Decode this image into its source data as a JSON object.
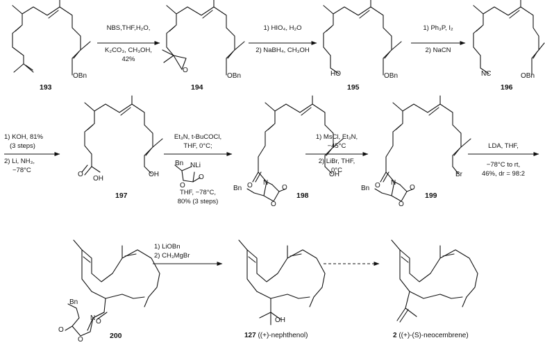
{
  "compounds": [
    {
      "id": "c193",
      "number": "193",
      "caption": ""
    },
    {
      "id": "c194",
      "number": "194",
      "caption": ""
    },
    {
      "id": "c195",
      "number": "195",
      "caption": ""
    },
    {
      "id": "c196",
      "number": "196",
      "caption": ""
    },
    {
      "id": "c197",
      "number": "197",
      "caption": ""
    },
    {
      "id": "c198",
      "number": "198",
      "caption": ""
    },
    {
      "id": "c199",
      "number": "199",
      "caption": ""
    },
    {
      "id": "c200",
      "number": "200",
      "caption": ""
    },
    {
      "id": "c127",
      "number": "127",
      "caption": "((+)-nephthenol)"
    },
    {
      "id": "c2",
      "number": "2",
      "caption": "((+)-(S)-neocembrene)"
    }
  ],
  "atom_labels": {
    "obn": "OBn",
    "oh": "OH",
    "ho": "HO",
    "nc": "NC",
    "o": "O",
    "n": "N",
    "br": "Br",
    "bn": "Bn",
    "nli": "NLi"
  },
  "arrows": [
    {
      "id": "a1",
      "above": [
        "NBS,THF,H₂O,"
      ],
      "below": [
        "K₂CO₃, CH₃OH,",
        "42%"
      ]
    },
    {
      "id": "a2",
      "above": [
        "1) HIO₄, H₂O"
      ],
      "below": [
        "2) NaBH₄, CH₃OH"
      ]
    },
    {
      "id": "a3",
      "above": [
        "1) Ph₃P, I₂"
      ],
      "below": [
        "2) NaCN"
      ]
    },
    {
      "id": "a4",
      "above": [
        "1) KOH, 81%",
        "(3 steps)"
      ],
      "below": [
        "2) Li, NH₃,",
        "−78°C"
      ]
    },
    {
      "id": "a5",
      "above": [
        "Et₃N, t-BuCOCl,",
        "THF, 0°C;"
      ],
      "below": [
        "THF, −78°C,",
        "80% (3 steps)"
      ]
    },
    {
      "id": "a6",
      "above": [
        "1) MsCl, Et₃N,",
        "−45°C"
      ],
      "below": [
        "2) LiBr, THF,",
        "0°C"
      ]
    },
    {
      "id": "a7",
      "above": [
        "LDA, THF,"
      ],
      "below": [
        "−78°C to rt,",
        "46%, dr = 98:2"
      ]
    },
    {
      "id": "a8",
      "above": [
        "1) LiOBn",
        "2) CH₃MgBr"
      ],
      "below": []
    },
    {
      "id": "a9",
      "above": [],
      "below": [],
      "style": "dashed"
    }
  ]
}
